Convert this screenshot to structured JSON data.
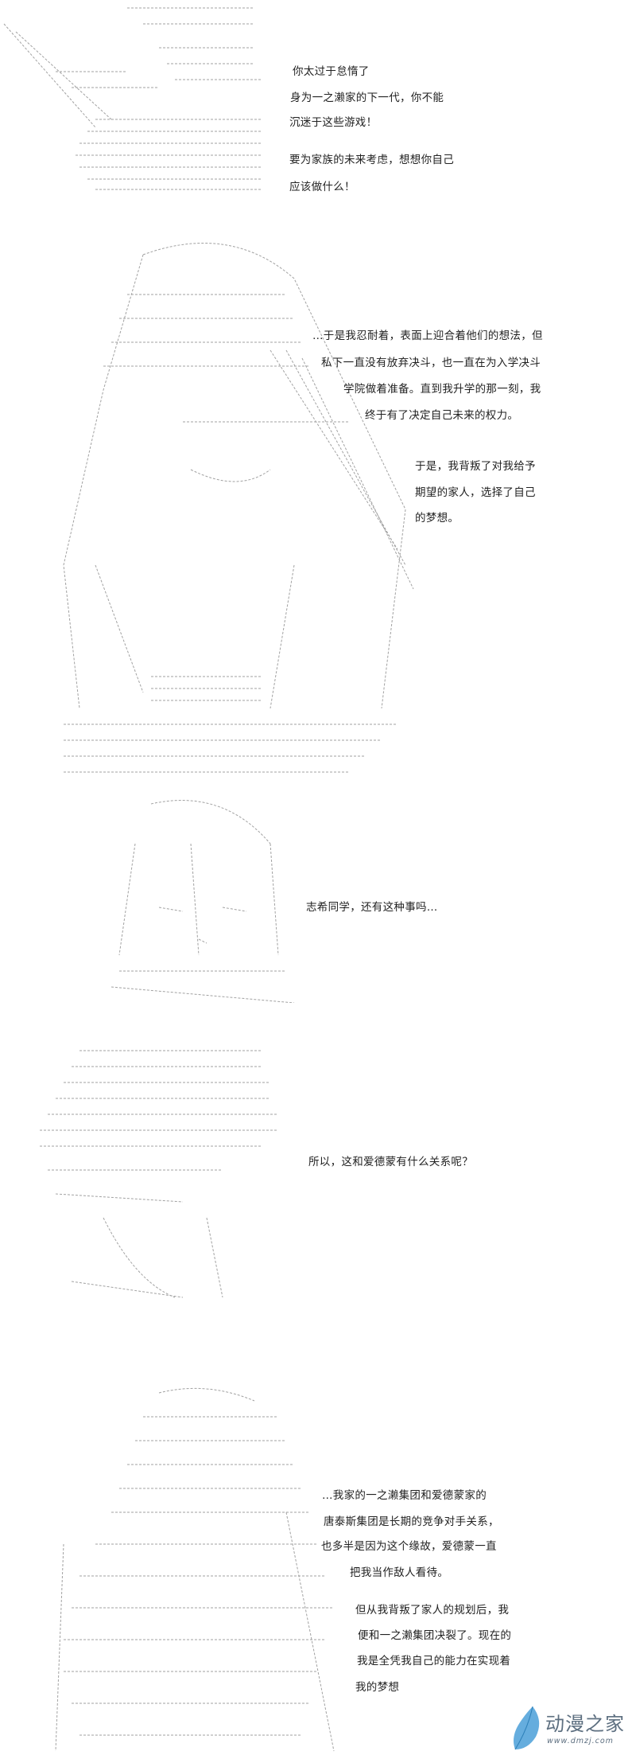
{
  "panels": [
    {
      "lines": [
        "你太过于怠惰了",
        "身为一之濑家的下一代，你不能",
        "沉迷于这些游戏！",
        "要为家族的未来考虑，想想你自己",
        "应该做什么！"
      ]
    },
    {
      "lines": [
        "…于是我忍耐着，表面上迎合着他们的想法，但",
        "私下一直没有放弃决斗，也一直在为入学决斗",
        "学院做着准备。直到我升学的那一刻，我",
        "终于有了决定自己未来的权力。"
      ]
    },
    {
      "lines": [
        "于是，我背叛了对我给予",
        "期望的家人，选择了自己",
        "的梦想。"
      ]
    },
    {
      "lines": [
        "志希同学，还有这种事吗…"
      ]
    },
    {
      "lines": [
        "所以，这和爱德蒙有什么关系呢？"
      ]
    },
    {
      "lines": [
        "…我家的一之濑集团和爱德蒙家的",
        "唐泰斯集团是长期的竞争对手关系，",
        "也多半是因为这个缘故，爱德蒙一直",
        "把我当作敌人看待。"
      ]
    },
    {
      "lines": [
        "但从我背叛了家人的规划后，我",
        "便和一之濑集团决裂了。现在的",
        "我是全凭我自己的能力在实现着",
        "我的梦想"
      ]
    }
  ],
  "watermark": {
    "name": "动漫之家",
    "url": "www.dmzj.com",
    "color": "#4a9fd8"
  }
}
